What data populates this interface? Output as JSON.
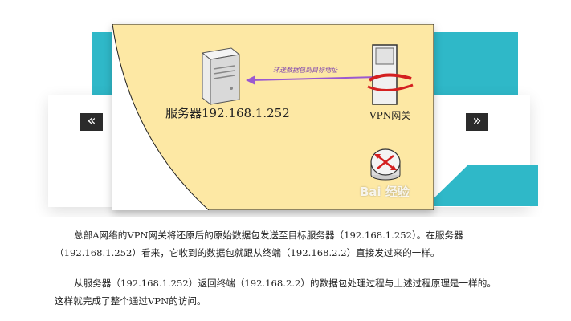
{
  "diagram": {
    "server_label": "服务器192.168.1.252",
    "vpn_label": "VPN网关",
    "arrow_label": "环送数据包到目标地址",
    "watermark": "Bai 经验"
  },
  "navigation": {
    "prev_glyph": "«",
    "next_glyph": "»"
  },
  "paragraphs": [
    {
      "lines": [
        "总部A网络的VPN网关将还原后的原始数据包发送至目标服务器（192.168.1.252）。在服务器",
        "（192.168.1.252）看来，它收到的数据包就跟从终端（192.168.2.2）直接发过来的一样。"
      ]
    },
    {
      "lines": [
        "从服务器（192.168.1.252）返回终端（192.168.2.2）的数据包处理过程与上述过程原理是一样的。",
        "这样就完成了整个通过VPN的访问。"
      ]
    }
  ],
  "colors": {
    "teal": "#2fb8c8",
    "yellow": "#fde8a4",
    "arrow": "#9b59d0",
    "nav": "#2b2b2b"
  }
}
